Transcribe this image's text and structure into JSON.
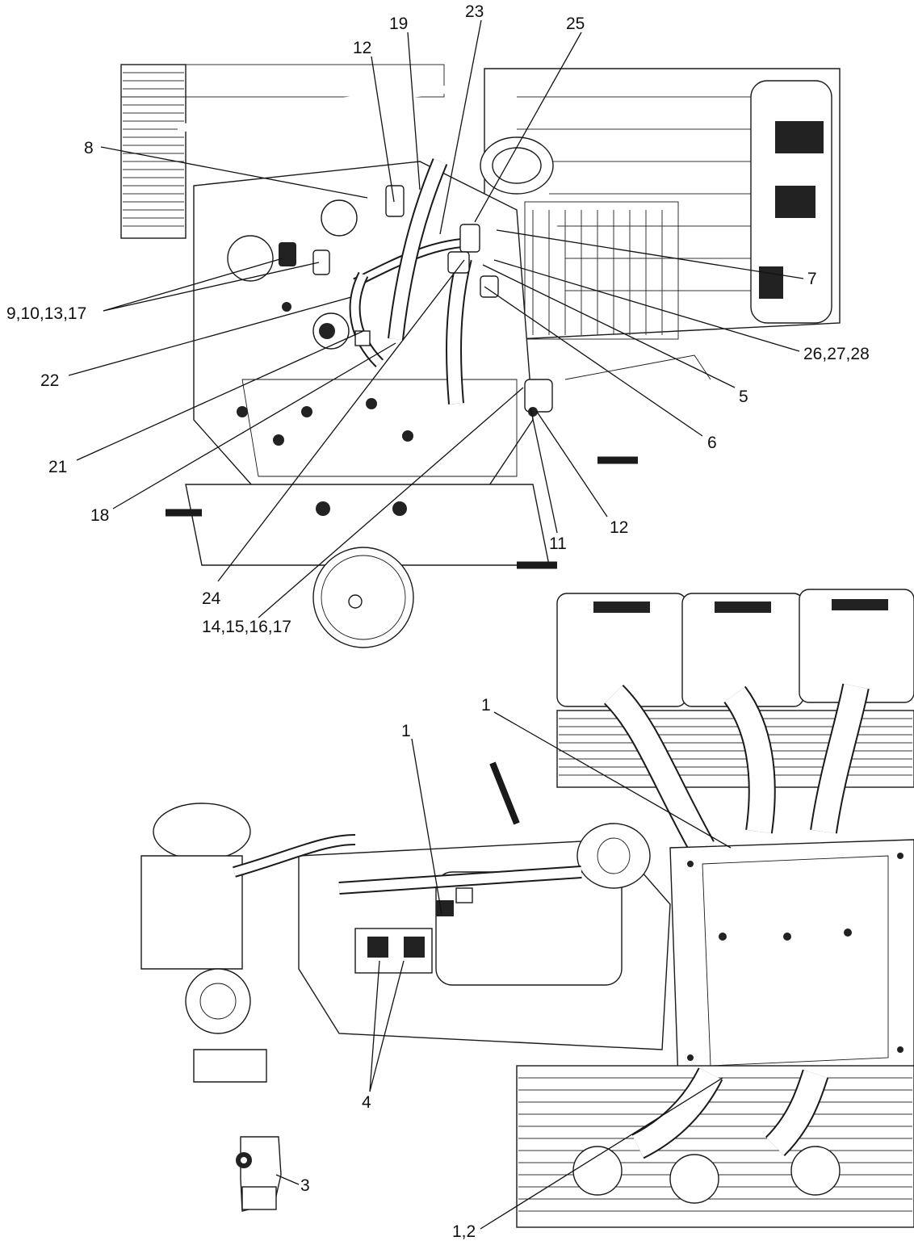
{
  "upper_view": {
    "callouts": [
      {
        "id": "c8",
        "text": "8"
      },
      {
        "id": "c12a",
        "text": "12"
      },
      {
        "id": "c19",
        "text": "19"
      },
      {
        "id": "c23",
        "text": "23"
      },
      {
        "id": "c25",
        "text": "25"
      },
      {
        "id": "c7",
        "text": "7"
      },
      {
        "id": "c26",
        "text": "26,27,28"
      },
      {
        "id": "c5",
        "text": "5"
      },
      {
        "id": "c6",
        "text": "6"
      },
      {
        "id": "c9",
        "text": "9,10,13,17"
      },
      {
        "id": "c22",
        "text": "22"
      },
      {
        "id": "c21",
        "text": "21"
      },
      {
        "id": "c18",
        "text": "18"
      },
      {
        "id": "c24",
        "text": "24"
      },
      {
        "id": "c14",
        "text": "14,15,16,17"
      },
      {
        "id": "c11",
        "text": "11"
      },
      {
        "id": "c12b",
        "text": "12"
      }
    ]
  },
  "lower_view": {
    "callouts": [
      {
        "id": "c1a",
        "text": "1"
      },
      {
        "id": "c1b",
        "text": "1"
      },
      {
        "id": "c4",
        "text": "4"
      },
      {
        "id": "c3",
        "text": "3"
      },
      {
        "id": "c12lower",
        "text": "1,2"
      }
    ]
  }
}
